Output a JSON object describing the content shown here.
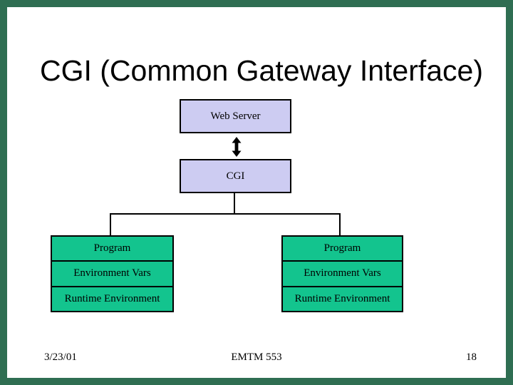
{
  "frame": {
    "background_color": "#2f6e52"
  },
  "slide": {
    "title": "CGI (Common Gateway Interface)",
    "diagram": {
      "web_server_label": "Web Server",
      "cgi_label": "CGI",
      "arrow_icon": "vertical-double-arrow",
      "colors": {
        "node_fill": "#cdccf2",
        "stack_fill": "#13c48e",
        "connector": "#000000"
      },
      "stacks": [
        {
          "rows": [
            "Program",
            "Environment Vars",
            "Runtime Environment"
          ]
        },
        {
          "rows": [
            "Program",
            "Environment Vars",
            "Runtime Environment"
          ]
        }
      ]
    },
    "footer": {
      "date": "3/23/01",
      "course": "EMTM 553",
      "page_number": "18"
    }
  }
}
